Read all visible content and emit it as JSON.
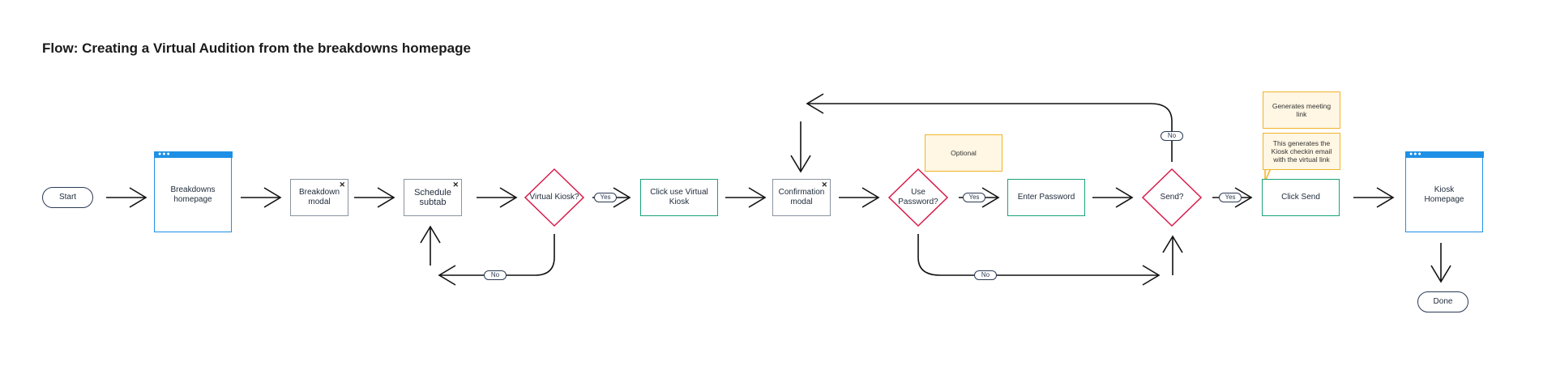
{
  "title": "Flow: Creating a Virtual Audition from the breakdowns homepage",
  "nodes": {
    "start": "Start",
    "breakdowns_homepage": "Breakdowns homepage",
    "breakdown_modal": "Breakdown modal",
    "schedule_subtab": "Schedule subtab",
    "virtual_kiosk_decision": "Virtual Kiosk?",
    "click_use_virtual_kiosk": "Click use Virtual Kiosk",
    "confirmation_modal": "Confirmation modal",
    "use_password_decision": "Use Password?",
    "enter_password": "Enter Password",
    "send_decision": "Send?",
    "click_send": "Click Send",
    "kiosk_homepage": "Kiosk Homepage",
    "done": "Done"
  },
  "notes": {
    "optional": "Optional",
    "generates_meeting_link": "Generates meeting link",
    "kiosk_checkin_email": "This generates the Kiosk checkin email with the virtual link"
  },
  "edge_labels": {
    "yes": "Yes",
    "no": "No"
  },
  "colors": {
    "screen": "#1e90e6",
    "decision": "#d81b4a",
    "action": "#1aa37a",
    "note_border": "#f0b429",
    "note_fill": "#fff6e3"
  }
}
